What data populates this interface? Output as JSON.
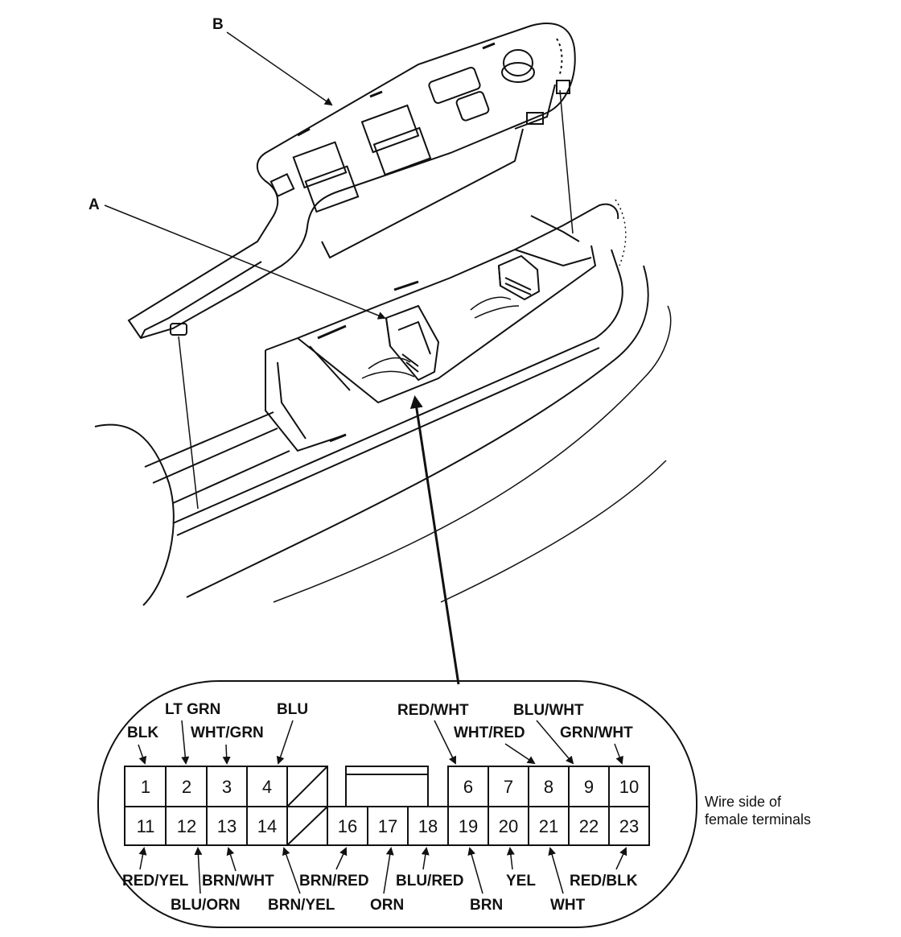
{
  "callouts": {
    "a": "A",
    "b": "B"
  },
  "connector": {
    "top_row": [
      "1",
      "2",
      "3",
      "4",
      "",
      "",
      "6",
      "7",
      "8",
      "9",
      "10"
    ],
    "bottom_row": [
      "11",
      "12",
      "13",
      "14",
      "",
      "16",
      "17",
      "18",
      "19",
      "20",
      "21",
      "22",
      "23"
    ]
  },
  "wires_top": [
    "LT GRN",
    "BLU",
    "BLK",
    "WHT/GRN",
    "RED/WHT",
    "BLU/WHT",
    "WHT/RED",
    "GRN/WHT"
  ],
  "wires_bottom": [
    "RED/YEL",
    "BRN/WHT",
    "BRN/RED",
    "BLU/RED",
    "YEL",
    "RED/BLK",
    "BLU/ORN",
    "BRN/YEL",
    "ORN",
    "BRN",
    "WHT"
  ],
  "note": {
    "line1": "Wire side of",
    "line2": "female terminals"
  }
}
